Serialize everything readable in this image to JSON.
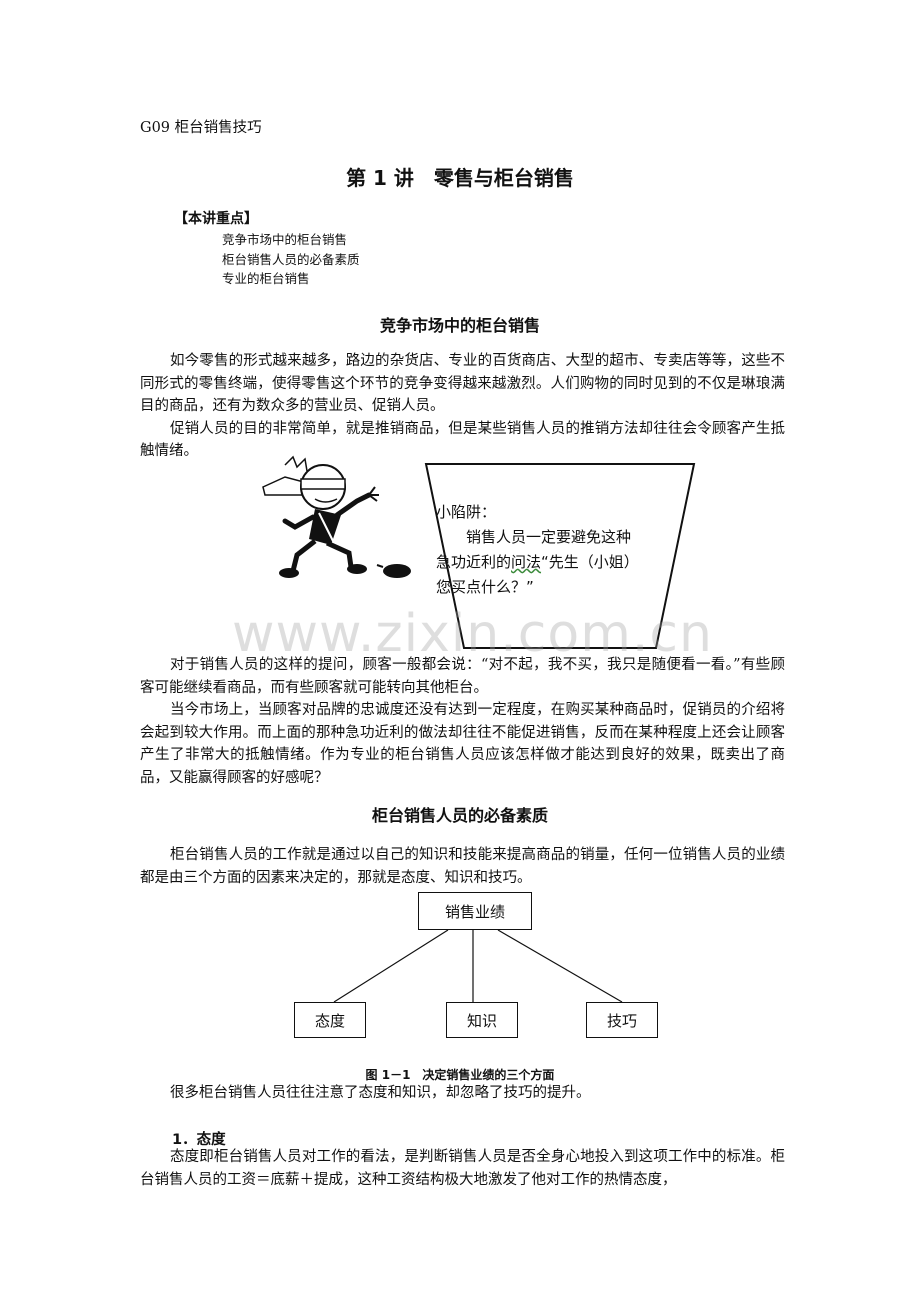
{
  "header": {
    "course_code": "G09 柜台销售技巧"
  },
  "title": "第 1 讲　零售与柜台销售",
  "focus": {
    "label": "【本讲重点】",
    "items": [
      "竞争市场中的柜台销售",
      "柜台销售人员的必备素质",
      "专业的柜台销售"
    ]
  },
  "section1": {
    "heading": "竞争市场中的柜台销售",
    "para1": "如今零售的形式越来越多，路边的杂货店、专业的百货商店、大型的超市、专卖店等等，这些不同形式的零售终端，使得零售这个环节的竞争变得越来越激烈。人们购物的同时见到的不仅是琳琅满目的商品，还有为数众多的营业员、促销人员。",
    "para2": "促销人员的目的非常简单，就是推销商品，但是某些销售人员的推销方法却往往会令顾客产生抵触情绪。"
  },
  "callout": {
    "title": "小陷阱：",
    "text_before": "销售人员一定要避免这种急功近利的",
    "underlined": "问法",
    "text_after": "“先生（小姐）您买点什么？”"
  },
  "watermark": "www.zixin.com.cn",
  "section1_cont": {
    "para3": "对于销售人员的这样的提问，顾客一般都会说：“对不起，我不买，我只是随便看一看。”有些顾客可能继续看商品，而有些顾客就可能转向其他柜台。",
    "para4": "当今市场上，当顾客对品牌的忠诚度还没有达到一定程度，在购买某种商品时，促销员的介绍将会起到较大作用。而上面的那种急功近利的做法却往往不能促进销售，反而在某种程度上还会让顾客产生了非常大的抵触情绪。作为专业的柜台销售人员应该怎样做才能达到良好的效果，既卖出了商品，又能赢得顾客的好感呢？"
  },
  "section2": {
    "heading": "柜台销售人员的必备素质",
    "para1": "柜台销售人员的工作就是通过以自己的知识和技能来提高商品的销量，任何一位销售人员的业绩都是由三个方面的因素来决定的，那就是态度、知识和技巧。"
  },
  "diagram": {
    "root": "销售业绩",
    "children": [
      "态度",
      "知识",
      "技巧"
    ],
    "caption": "图 1－1　决定销售业绩的三个方面"
  },
  "section2_cont": {
    "para2": "很多柜台销售人员往往注意了态度和知识，却忽略了技巧的提升。",
    "subheading": "1．态度",
    "para3": "态度即柜台销售人员对工作的看法，是判断销售人员是否全身心地投入到这项工作中的标准。柜台销售人员的工资＝底薪＋提成，这种工资结构极大地激发了他对工作的热情态度，"
  }
}
